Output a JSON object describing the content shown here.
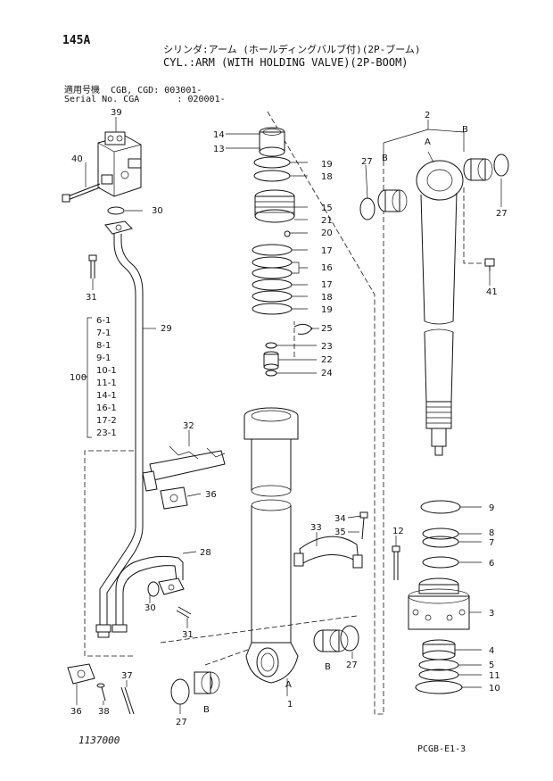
{
  "header": {
    "page_number": "145A",
    "title_jp": "シリンダ:アーム (ホールディングバルブ付)(2P-ブーム)",
    "title_en": "CYL.:ARM (WITH HOLDING VALVE)(2P-BOOM)",
    "serial_line_1": "適用号機  CGB, CGD: 003001-",
    "serial_line_2": "Serial No. CGA       : 020001-"
  },
  "footer": {
    "doc_number": "1137000",
    "ref_code": "PCGB-E1-3"
  },
  "callouts": {
    "c1": "1",
    "c2": "2",
    "c3": "3",
    "c4": "4",
    "c5": "5",
    "c6": "6",
    "c7": "7",
    "c8": "8",
    "c9": "9",
    "c10": "10",
    "c11": "11",
    "c12": "12",
    "c13": "13",
    "c14": "14",
    "c15": "15",
    "c16": "16",
    "c17a": "17",
    "c17b": "17",
    "c18a": "18",
    "c18b": "18",
    "c19a": "19",
    "c19b": "19",
    "c20": "20",
    "c21": "21",
    "c22": "22",
    "c23": "23",
    "c24": "24",
    "c25": "25",
    "c27a": "27",
    "c27b": "27",
    "c27c": "27",
    "c27d": "27",
    "c28": "28",
    "c29": "29",
    "c30a": "30",
    "c30b": "30",
    "c31a": "31",
    "c31b": "31",
    "c32": "32",
    "c33": "33",
    "c34": "34",
    "c35": "35",
    "c36a": "36",
    "c36b": "36",
    "c37": "37",
    "c38": "38",
    "c39": "39",
    "c40": "40",
    "c41": "41"
  },
  "letter_marks": {
    "a_top": "A",
    "b_left": "B",
    "b_right": "B",
    "a_bottom": "A",
    "b_bot_left": "B",
    "b_bot_right": "B"
  },
  "kit": {
    "label": "100",
    "items": [
      "6-1",
      "7-1",
      "8-1",
      "9-1",
      "10-1",
      "11-1",
      "14-1",
      "16-1",
      "17-2",
      "23-1"
    ]
  }
}
